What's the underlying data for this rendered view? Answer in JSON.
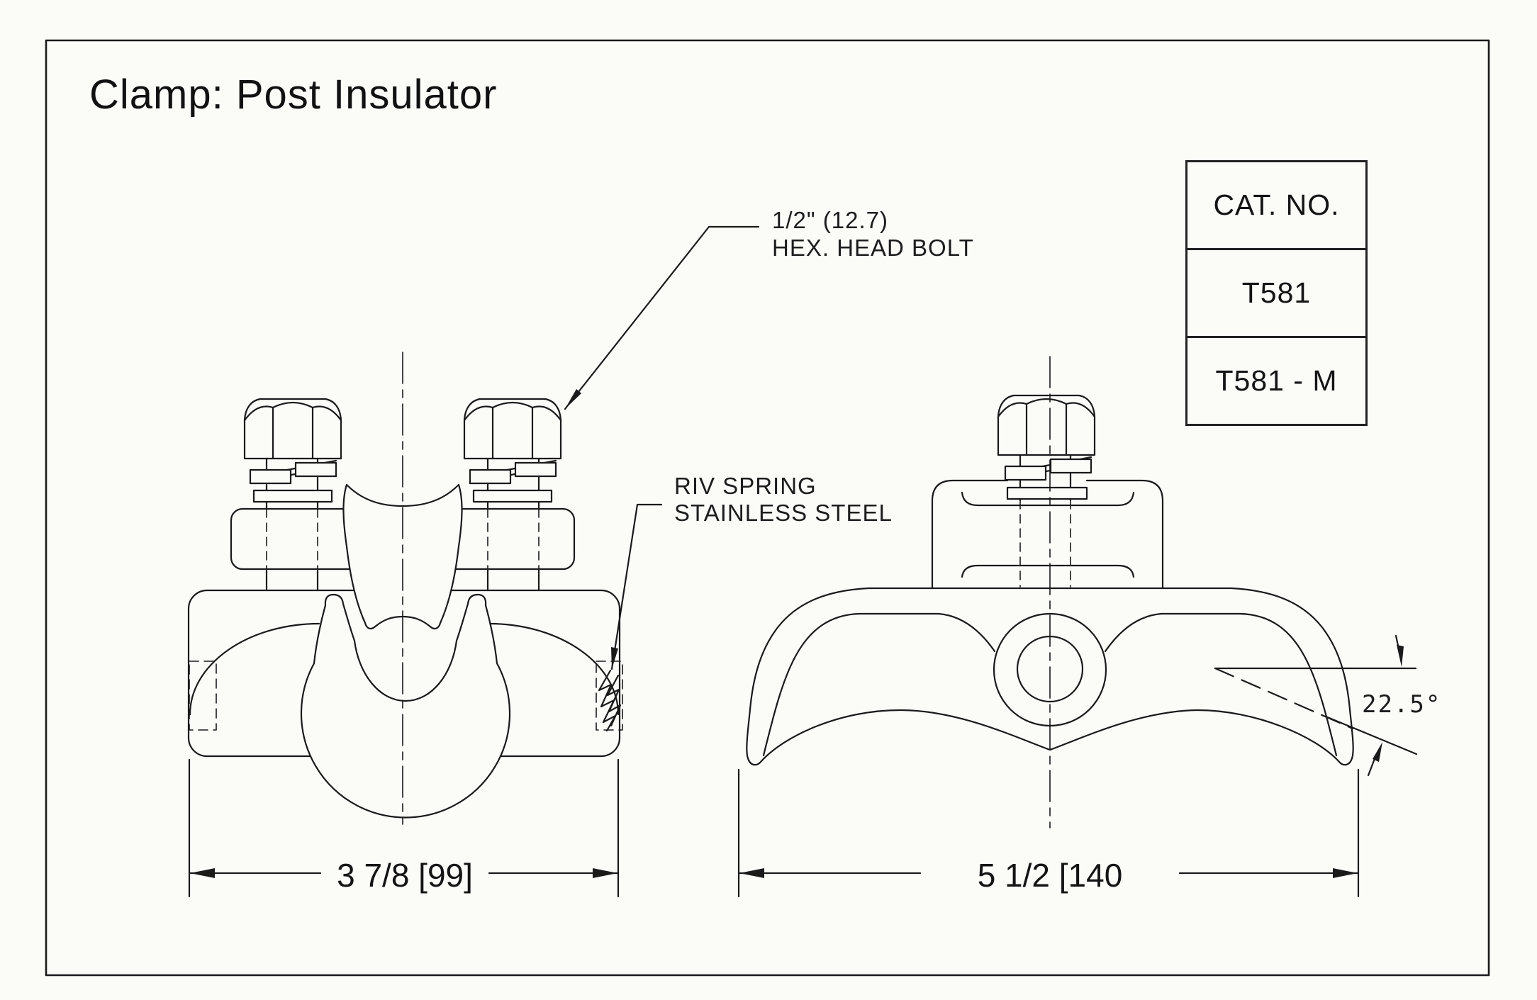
{
  "title": "Clamp: Post Insulator",
  "catalog": {
    "header": "CAT. NO.",
    "items": [
      "T581",
      "T581 - M"
    ]
  },
  "notes": {
    "hex_bolt": {
      "line1": "1/2\" (12.7)",
      "line2": "HEX. HEAD BOLT"
    },
    "riv_spring": {
      "line1": "RIV SPRING",
      "line2": "STAINLESS STEEL"
    }
  },
  "dimensions": {
    "front_width": "3 7/8 [99]",
    "side_width": "5 1/2 [140",
    "flange_angle": "22.5°"
  }
}
